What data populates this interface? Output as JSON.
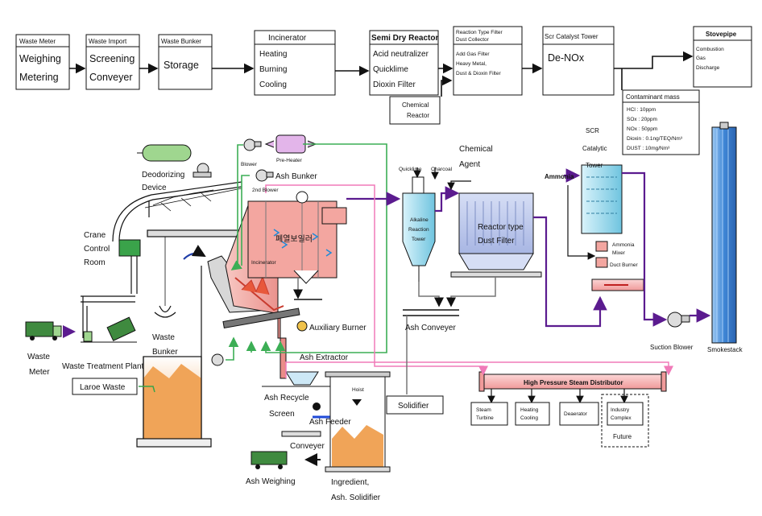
{
  "flow_boxes": {
    "waste_meter": {
      "title": "Waste Meter",
      "lines": [
        "Weighing",
        "Metering"
      ]
    },
    "waste_import": {
      "title": "Waste Import",
      "lines": [
        "Screening",
        "Conveyer"
      ]
    },
    "waste_bunker": {
      "title": "Waste Bunker",
      "lines": [
        "Storage"
      ]
    },
    "incinerator": {
      "title": "Incinerator",
      "lines": [
        "Heating",
        "Burning",
        "Cooling"
      ]
    },
    "semi_dry_reactor": {
      "title": "Semi Dry Reactor",
      "lines": [
        "Acid neutralizer",
        "Quicklime",
        "Dioxin Filter"
      ]
    },
    "chemical_reactor": {
      "lines": [
        "Chemical",
        "Reactor"
      ]
    },
    "reactor_filter": {
      "title_lines": [
        "Reaction Type Filter",
        "Dust Collector"
      ],
      "lines": [
        "Add Gas Filter",
        "Heavy Metal,",
        "Dust & Dioxin Filter"
      ]
    },
    "scr_tower": {
      "title": "Scr Catalyst Tower",
      "lines": [
        "De-NOx"
      ]
    },
    "stovepipe": {
      "title": "Stovepipe",
      "lines": [
        "Combustion",
        "Gas",
        "Discharge"
      ]
    },
    "contaminant": {
      "title": "Contaminant mass",
      "lines": [
        "HCl : 10ppm",
        "SOx : 20ppm",
        "NOx : 50ppm",
        "Dioxin : 0.1ng/TEQ/Nm³",
        "DUST : 10mg/Nm³"
      ]
    }
  },
  "labels": {
    "deodorizing": [
      "Deodorizing",
      "Device"
    ],
    "crane": [
      "Crane",
      "Control",
      "Room"
    ],
    "waste_meter": [
      "Waste",
      "Meter"
    ],
    "waste_treatment": "Waste Treatment Plant",
    "waste_bunker": [
      "Waste",
      "Bunker"
    ],
    "laroe_waste": "Laroe Waste",
    "blower": "Blower",
    "pre_heater": "Pre-Heater",
    "ash_bunker": "Ash Bunker",
    "second_blower": "2nd Blower",
    "incinerator_tag": "Incinerator",
    "boiler_korean": "폐열보일러",
    "auxiliary_burner": "Auxiliary Burner",
    "ash_extractor": "Ash Extractor",
    "ash_recycle": [
      "Ash Recycle",
      "Screen"
    ],
    "ash_feeder": "Ash Feeder",
    "conveyer": "Conveyer",
    "ash_weighing": "Ash Weighing",
    "hoist": "Hoist",
    "ingredient": [
      "Ingredient,",
      "Ash. Solidifier"
    ],
    "solidifier": "Solidifier",
    "quicklime": "Quicklime",
    "charcoal": "Charcoal",
    "chemical_agent": [
      "Chemical",
      "Agent"
    ],
    "alkaline_tower": [
      "Alkaline",
      "Reaction",
      "Tower"
    ],
    "reactor_type_filter": [
      "Reactor type",
      "Dust Filter"
    ],
    "ash_conveyer": "Ash Conveyer",
    "ammonia": "Ammonia",
    "scr_catalytic": [
      "SCR",
      "Catalytic",
      "Tower"
    ],
    "ammonia_mixer": [
      "Ammonia",
      "Mixer"
    ],
    "duct_burner": "Duct Burner",
    "suction_blower": "Suction Blower",
    "smokestack": "Smokestack",
    "hp_steam": "High Pressure Steam Distributor",
    "steam_outputs": [
      [
        "Steam",
        "Turbine"
      ],
      [
        "Heating",
        "Cooling"
      ],
      [
        "Deaerator"
      ],
      [
        "Industry",
        "Complex"
      ]
    ],
    "future": "Future"
  },
  "colors": {
    "incinerator_pink": "#f3a6a0",
    "green_line": "#3cae55",
    "purple_line": "#5b1b8f",
    "pink_line": "#f07ab8",
    "tower_cyan": "#8fd3e8",
    "filter_blue": "#b8c4ea",
    "stack_blue": "#4a8fd8",
    "ash_orange": "#f0a458",
    "truck_green": "#3f8a3f"
  }
}
